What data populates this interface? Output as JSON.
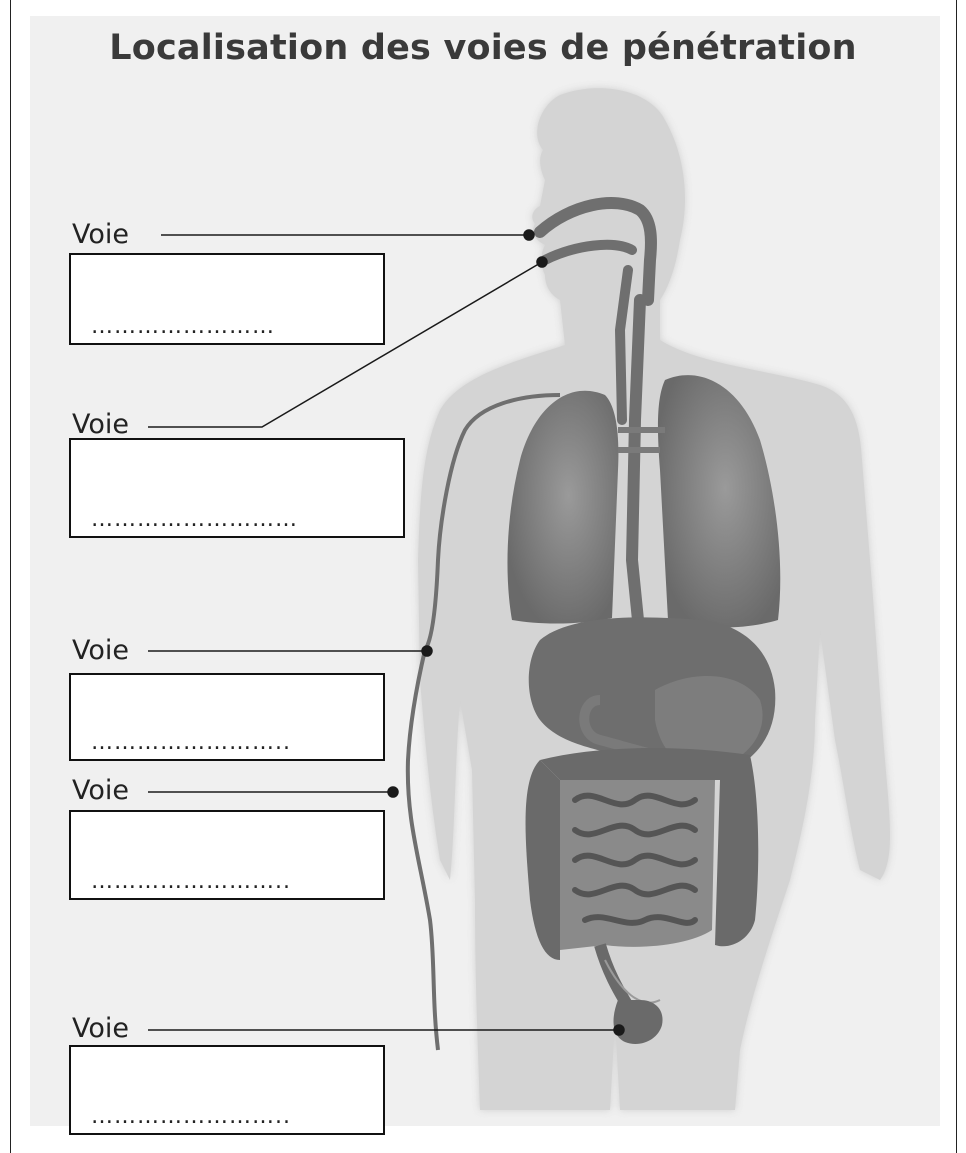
{
  "title": "Localisation des voies de pénétration",
  "labels": [
    {
      "text": "Voie",
      "dots": "……………………"
    },
    {
      "text": "Voie",
      "dots": "………………………"
    },
    {
      "text": "Voie",
      "dots": "……………………..",
      "a": 1
    },
    {
      "text": "Voie",
      "dots": "…………………….."
    },
    {
      "text": "Voie",
      "dots": "…………………….."
    }
  ],
  "colors": {
    "organ": "#6f6f6f",
    "body": "#cfcfcf",
    "panel": "#f0f0f0",
    "line": "#1a1a1a"
  }
}
